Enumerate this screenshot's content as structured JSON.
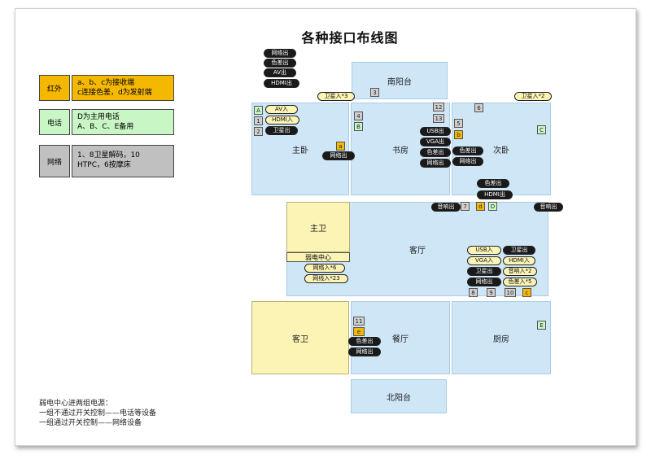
{
  "title": "各种接口布线图",
  "legend": [
    {
      "category": "红外",
      "lines": [
        "a、b、c为接收端",
        "c连接色差，d为发射端"
      ],
      "cat_color": "#f5b800",
      "desc_color": "#f5b800"
    },
    {
      "category": "电话",
      "lines": [
        "D为主用电话",
        "A、B、C、E备用"
      ],
      "cat_color": "#c8f7c5",
      "desc_color": "#c8f7c5"
    },
    {
      "category": "网络",
      "lines": [
        "1、8卫星解码，10",
        "HTPC，6按摩床"
      ],
      "cat_color": "#c0c0c0",
      "desc_color": "#c0c0c0"
    }
  ],
  "note": [
    "弱电中心进两组电源：",
    "一组不通过开关控制——电话等设备",
    "一组通过开关控制——网络设备"
  ],
  "rooms": {
    "south_balcony": "南阳台",
    "master_bedroom": "主卧",
    "study": "书房",
    "second_bedroom": "次卧",
    "master_bath": "主卫",
    "weak_center": "弱电中心",
    "living_room": "客厅",
    "guest_bath": "客卫",
    "dining": "餐厅",
    "kitchen": "厨房",
    "north_balcony": "北阳台"
  },
  "squares": {
    "s3": "3",
    "sA": "A",
    "s1": "1",
    "s2": "2",
    "s4": "4",
    "sB": "B",
    "s12": "12",
    "s13": "13",
    "s5": "5",
    "sb": "b",
    "s6": "6",
    "sC": "C",
    "sa": "a",
    "s7": "7",
    "sd": "d",
    "sD": "D",
    "s8": "8",
    "s9": "9",
    "s10": "10",
    "sc": "c",
    "s11": "11",
    "se": "e",
    "sE": "E"
  },
  "pills": {
    "p1": "网络出",
    "p2": "色差出",
    "p3": "AV出",
    "p4": "HDMI出",
    "p5": "卫星入*3",
    "p6": "卫星入*2",
    "p7": "AV入",
    "p8": "HDMI入",
    "p9": "卫星出",
    "p10": "USB出",
    "p11": "VGA出",
    "p12": "色差出",
    "p13": "网络出",
    "p14": "色差出",
    "p15": "网络出",
    "p16": "网络出",
    "p17": "色差出",
    "p18": "HDMI出",
    "p19": "音响出",
    "p20": "音响出",
    "p21": "网络入*6",
    "p22": "网线入*23",
    "p23": "USB入",
    "p24": "卫星出",
    "p25": "VGA入",
    "p26": "HDMI入",
    "p27": "卫星出",
    "p28": "音响入*2",
    "p29": "网络出",
    "p30": "色差入*5",
    "p31": "色差出",
    "p32": "网络出"
  },
  "colors": {
    "room_blue": "#cfe6f7",
    "room_yellow": "#fbf4b5",
    "orange": "#f5b800",
    "grey": "#cfcfcf",
    "green": "#c8f7c5"
  }
}
